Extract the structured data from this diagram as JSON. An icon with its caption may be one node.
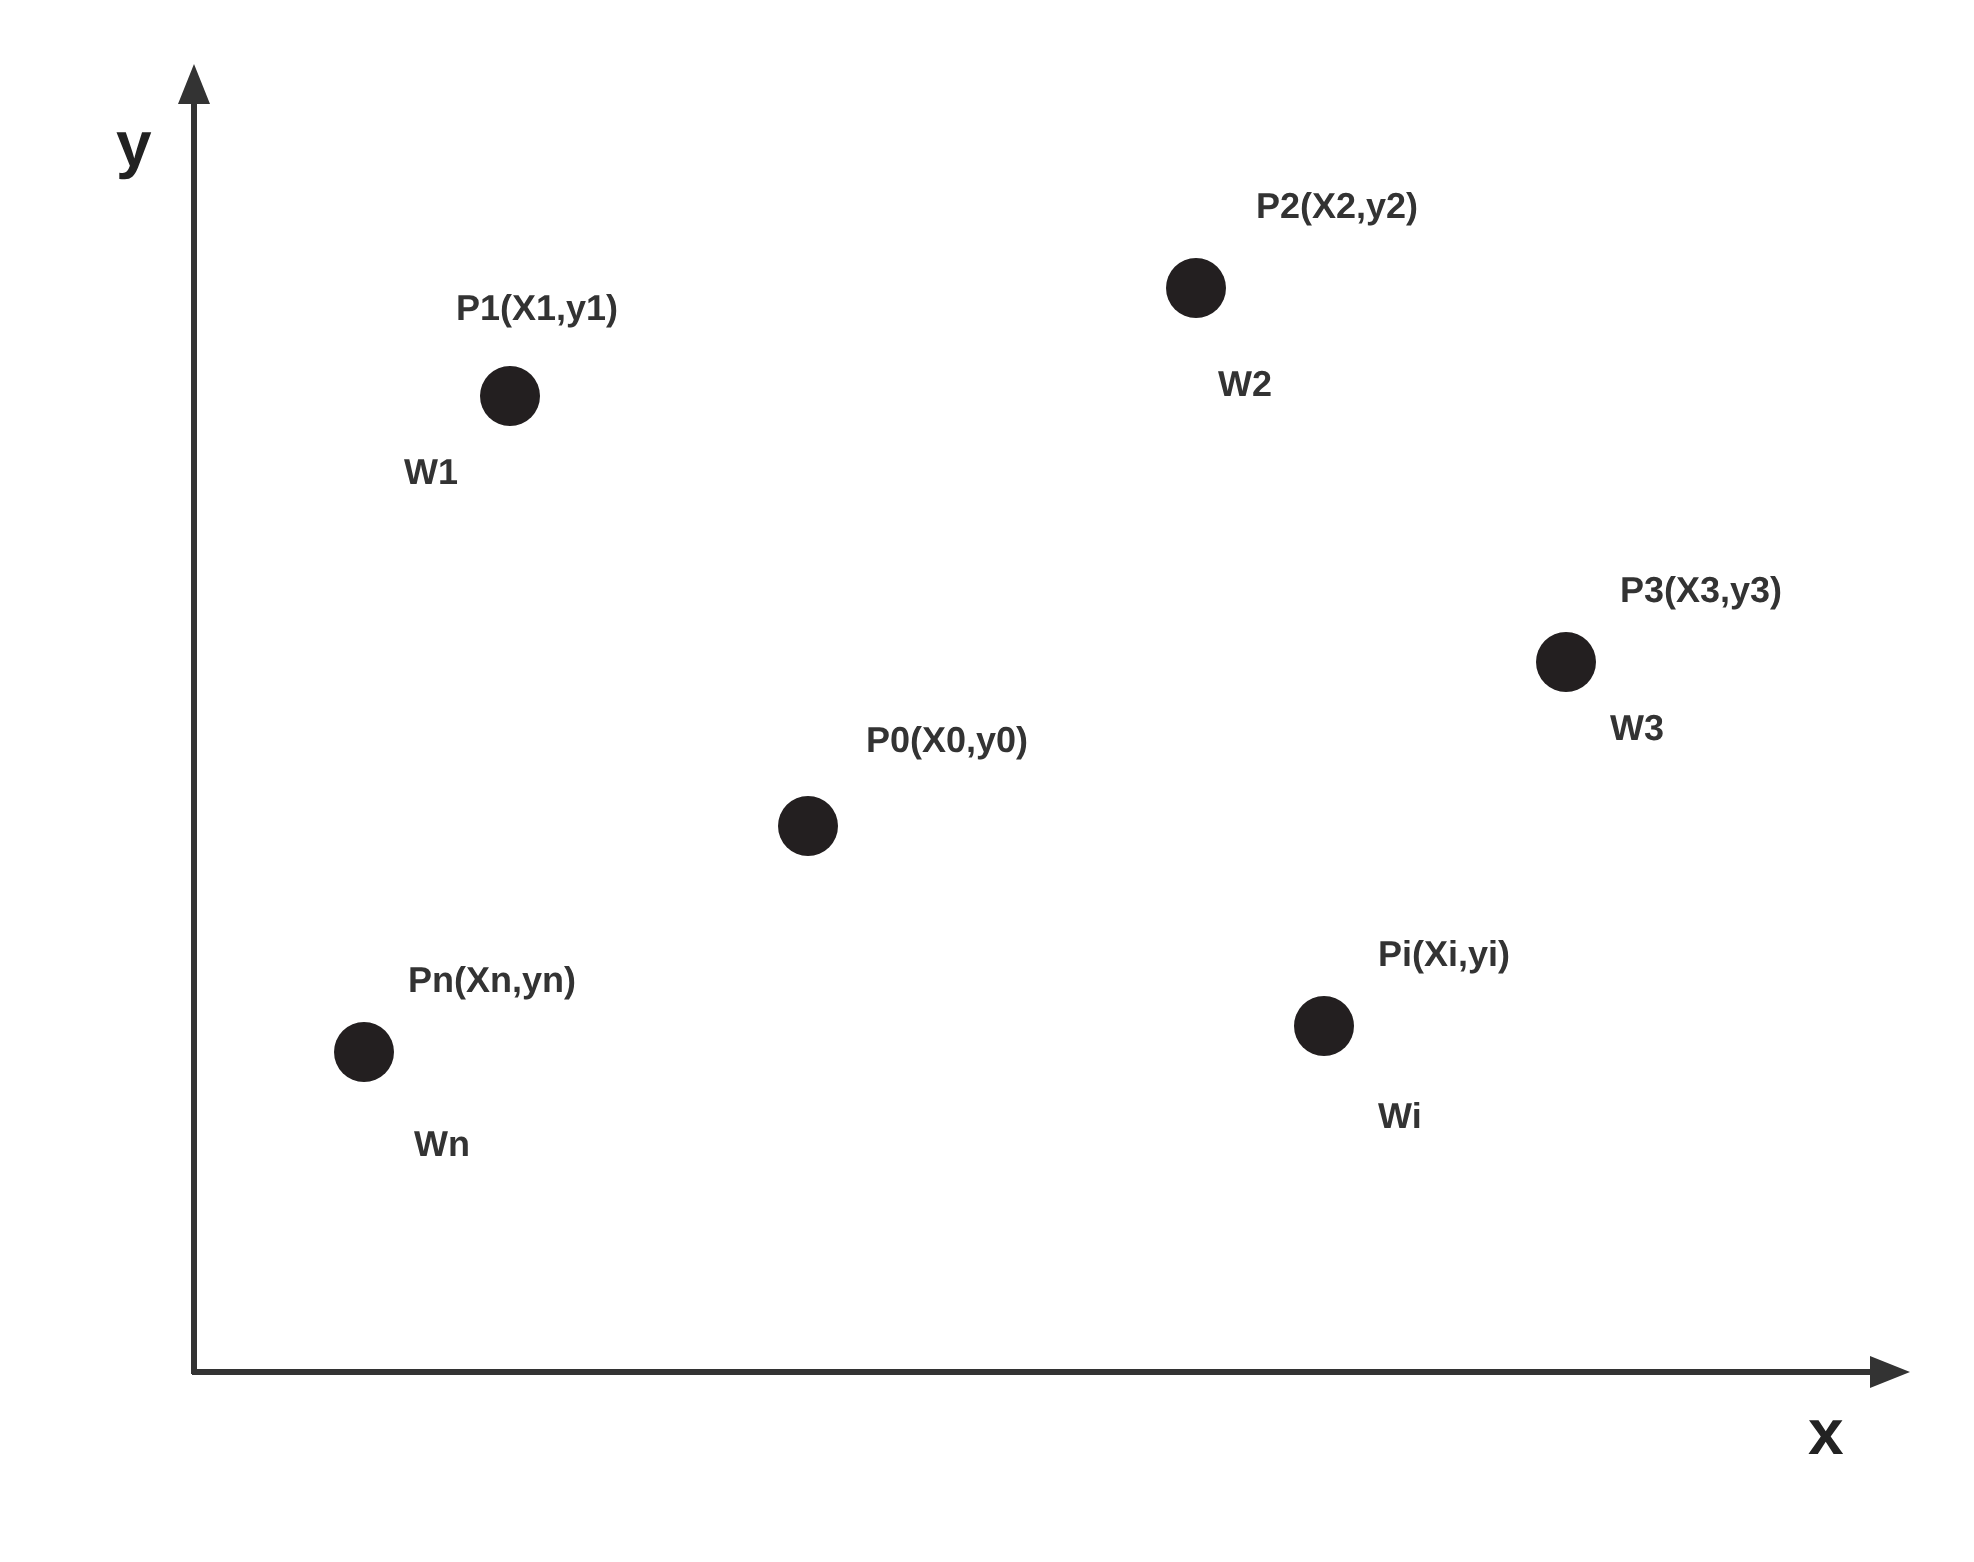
{
  "diagram": {
    "nodes": [
      {
        "text": [],
        "shape": "circle",
        "beside": [
          "P2(X2,y2)",
          "W2"
        ]
      },
      {
        "text": [],
        "shape": "circle",
        "beside": [
          "P1(X1,y1)",
          "W1"
        ]
      },
      {
        "text": [],
        "shape": "circle",
        "beside": [
          "P3(X3,y3)",
          "W3"
        ]
      },
      {
        "text": [],
        "shape": "circle",
        "beside": [
          "P0(X0,y0)"
        ]
      },
      {
        "text": [],
        "shape": "circle",
        "beside": [
          "Pi(Xi,yi)",
          "Wi"
        ]
      },
      {
        "text": [],
        "shape": "circle",
        "beside": [
          "Pn(Xn,yn)",
          "Wn"
        ]
      }
    ],
    "labels": [
      "y",
      "x"
    ]
  }
}
